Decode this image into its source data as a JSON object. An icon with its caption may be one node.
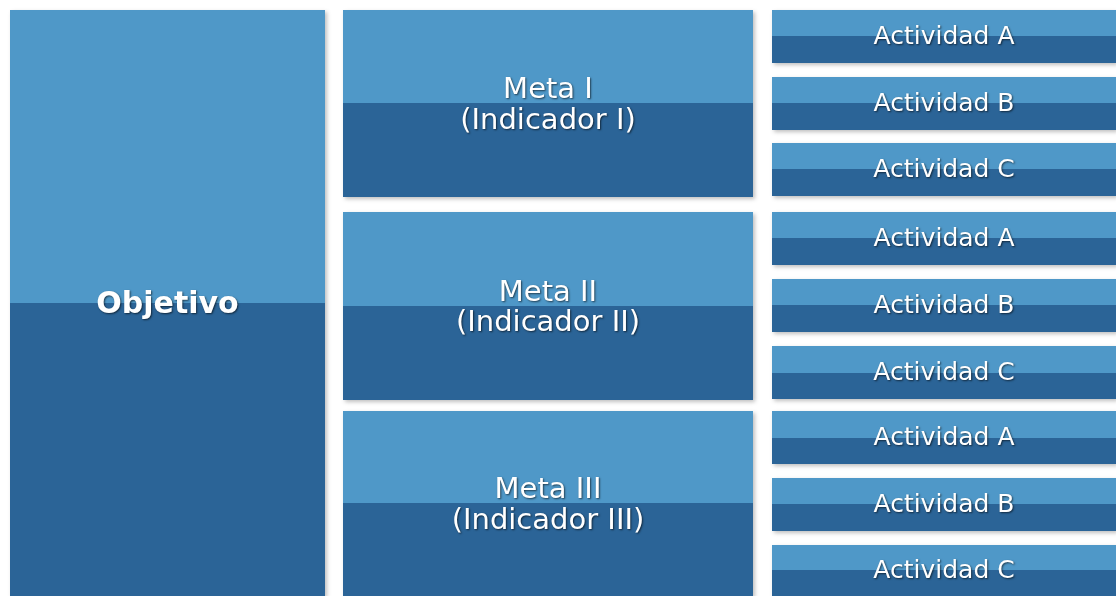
{
  "diagram": {
    "nodes": [
      {
        "text": [
          "Objetivo"
        ]
      },
      {
        "text": [
          "Meta I",
          "(Indicador I)"
        ]
      },
      {
        "text": [
          "Meta II",
          "(Indicador II)"
        ]
      },
      {
        "text": [
          "Meta III",
          "(Indicador III)"
        ]
      },
      {
        "text": [
          "Actividad A"
        ]
      },
      {
        "text": [
          "Actividad B"
        ]
      },
      {
        "text": [
          "Actividad C"
        ]
      },
      {
        "text": [
          "Actividad A"
        ]
      },
      {
        "text": [
          "Actividad B"
        ]
      },
      {
        "text": [
          "Actividad C"
        ]
      },
      {
        "text": [
          "Actividad A"
        ]
      },
      {
        "text": [
          "Actividad B"
        ]
      },
      {
        "text": [
          "Actividad C"
        ]
      }
    ]
  }
}
